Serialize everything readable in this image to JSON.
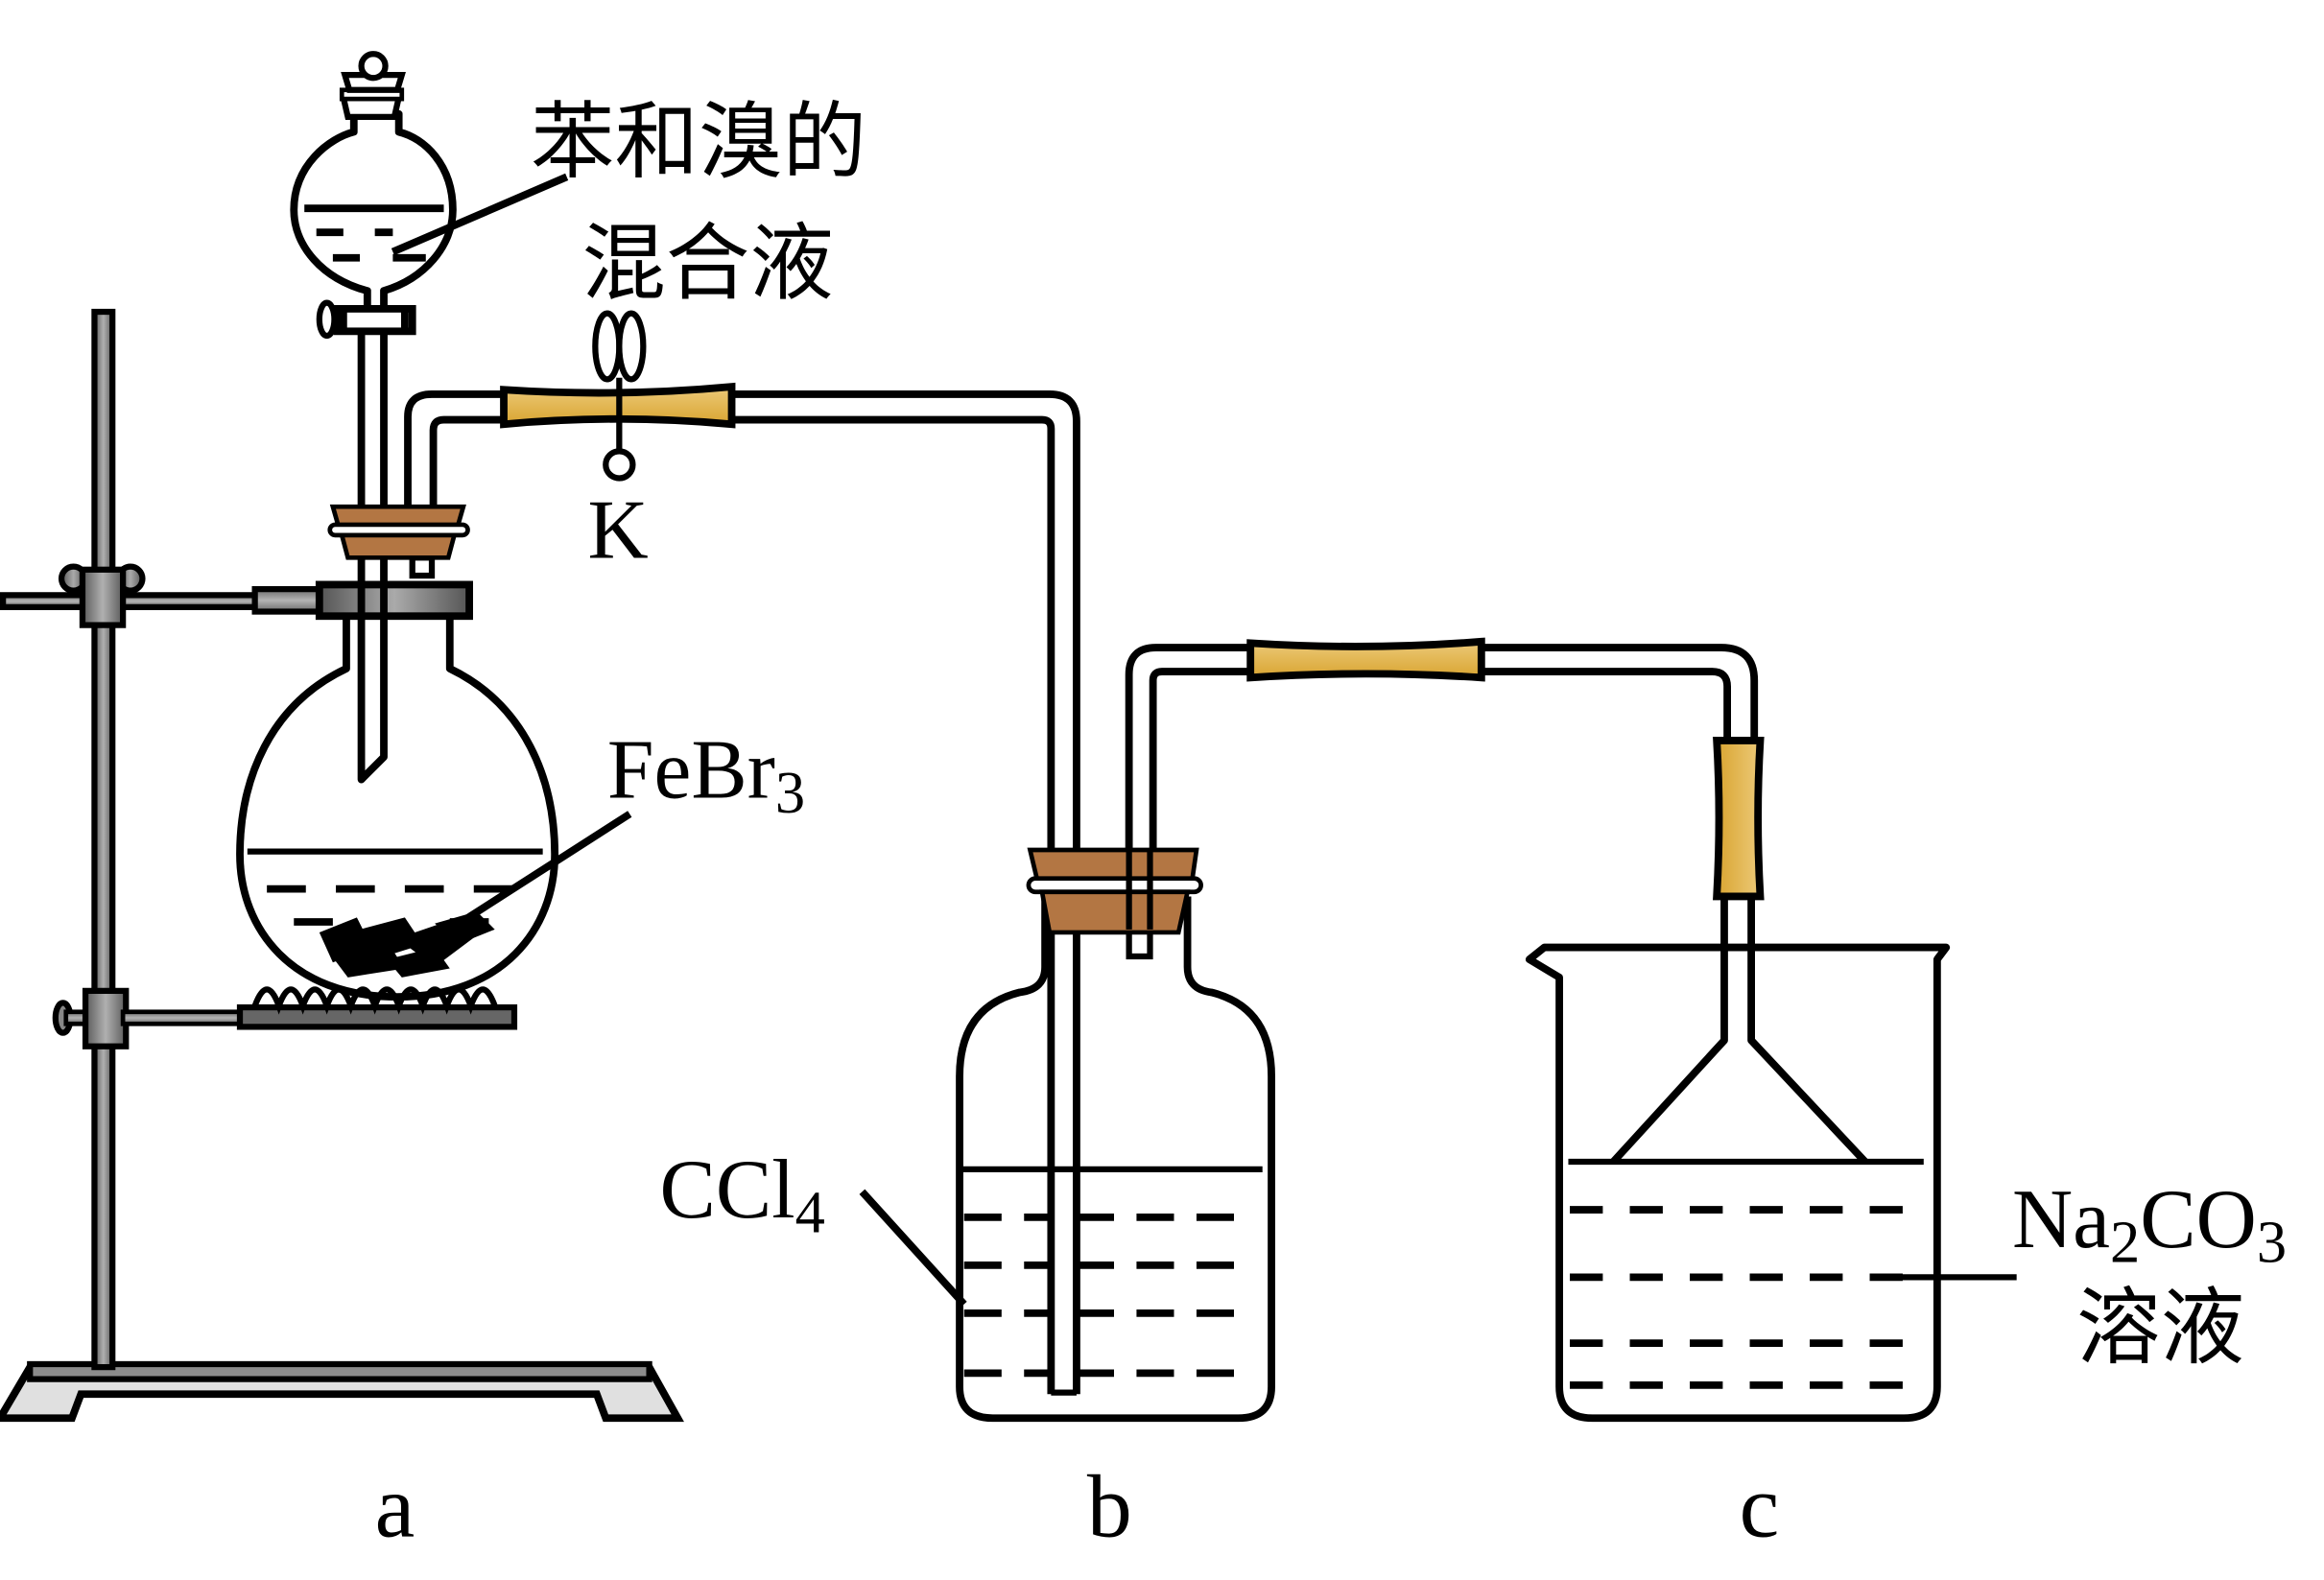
{
  "diagram": {
    "title": "Bromobenzene preparation apparatus",
    "labels": {
      "funnel_contents": [
        "苯和溴的",
        "混合液"
      ],
      "clamp": "K",
      "catalyst": {
        "base": "FeBr",
        "sub": "3"
      },
      "bottle_liquid": {
        "base": "CCl",
        "sub": "4"
      },
      "beaker_liquid": {
        "base_a": "Na",
        "sub_a": "2",
        "base_b": "CO",
        "sub_b": "3",
        "line2": "溶液"
      },
      "apparatus": [
        "a",
        "b",
        "c"
      ]
    },
    "colors": {
      "stopper": "#b37643",
      "rubber_tube": "#e0b448",
      "metal": "#8c8c8c",
      "base_plate": "#e0e0e0",
      "outline": "#000000"
    }
  }
}
